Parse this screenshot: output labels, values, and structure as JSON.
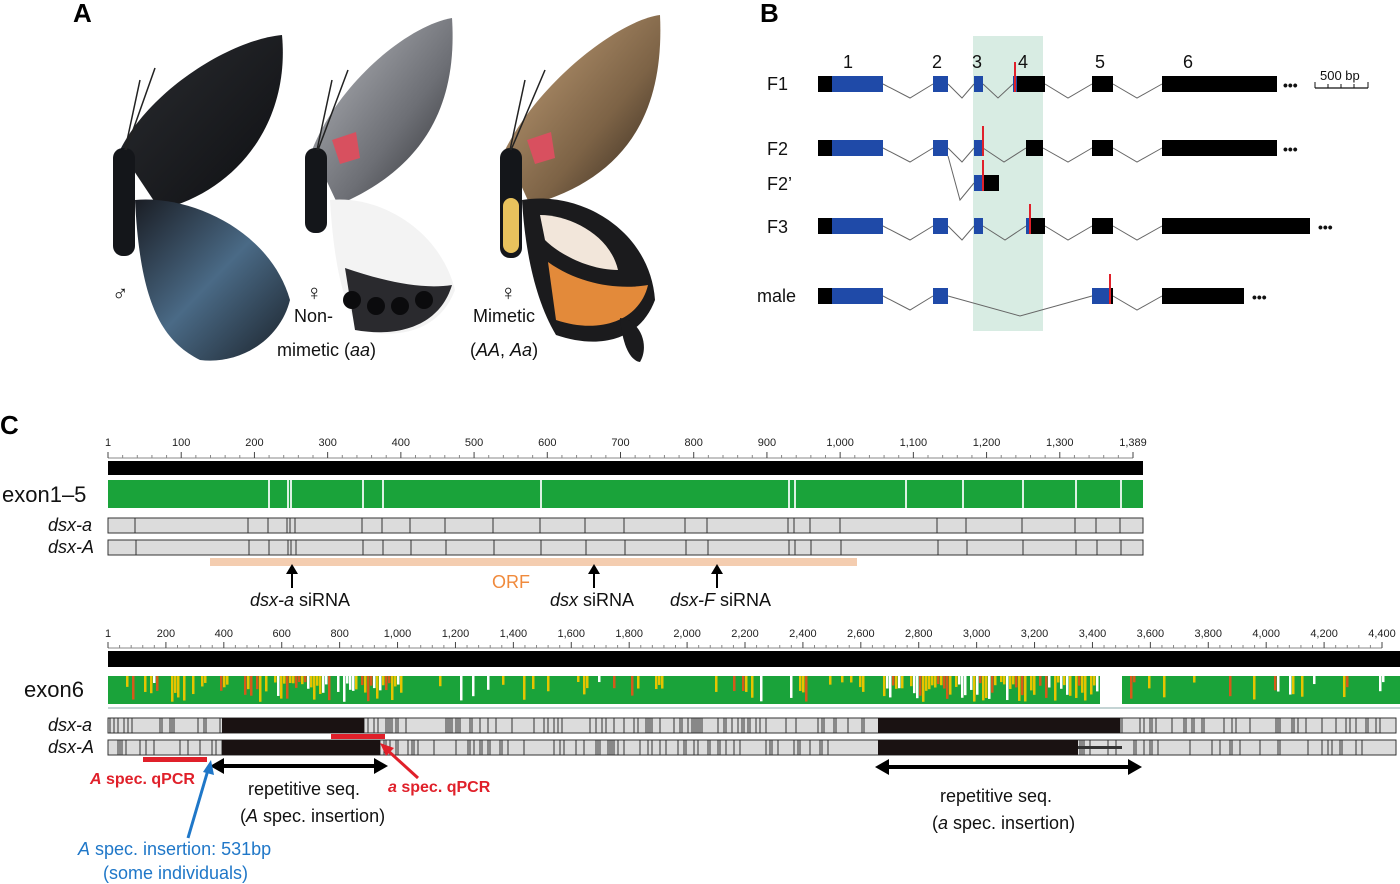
{
  "panels": {
    "a": "A",
    "b": "B",
    "c": "C"
  },
  "panel_a": {
    "male_symbol": "♂",
    "female_symbol": "♀",
    "nonmimetic_line1": "Non-",
    "nonmimetic_line2_prefix": "mimetic (",
    "nonmimetic_genotype": "aa",
    "close_paren": ")",
    "mimetic_line1": "Mimetic",
    "mimetic_open": "(",
    "mimetic_genotype_1": "AA",
    "mimetic_sep": ", ",
    "mimetic_genotype_2": "Aa"
  },
  "panel_b": {
    "exon_numbers": [
      "1",
      "2",
      "3",
      "4",
      "5",
      "6"
    ],
    "isoforms": [
      "F1",
      "F2",
      "F2’",
      "F3",
      "male"
    ],
    "ellipsis": "•••",
    "scale_label": "500 bp",
    "colors": {
      "coding": "#1f4aa8",
      "utr": "#000000",
      "stop": "#e0202a",
      "highlight": "#d8ece3"
    }
  },
  "panel_c": {
    "top": {
      "ticks": [
        "1",
        "100",
        "200",
        "300",
        "400",
        "500",
        "600",
        "700",
        "800",
        "900",
        "1,000",
        "1,100",
        "1,200",
        "1,300",
        "1,389"
      ],
      "region_label": "exon1–5",
      "seq_a": "dsx-a",
      "seq_A": "dsx-A",
      "orf_label": "ORF",
      "sirna_1_gene": "dsx-a",
      "sirna_2_gene": "dsx",
      "sirna_3_gene": "dsx-F",
      "sirna_word": " siRNA"
    },
    "bottom": {
      "ticks": [
        "1",
        "200",
        "400",
        "600",
        "800",
        "1,000",
        "1,200",
        "1,400",
        "1,600",
        "1,800",
        "2,000",
        "2,200",
        "2,400",
        "2,600",
        "2,800",
        "3,000",
        "3,200",
        "3,400",
        "3,600",
        "3,800",
        "4,000",
        "4,200",
        "4,400"
      ],
      "region_label": "exon6",
      "seq_a": "dsx-a",
      "seq_A": "dsx-A",
      "A_qpcr_letter": "A",
      "A_qpcr_rest": " spec. qPCR",
      "a_qpcr_letter": "a",
      "a_qpcr_rest": " spec. qPCR",
      "rep1_line1": "repetitive seq.",
      "rep1_line2_open": "(",
      "rep1_letter": "A",
      "rep1_line2_rest": " spec. insertion)",
      "rep2_line1": "repetitive seq.",
      "rep2_line2_open": "(",
      "rep2_letter": "a",
      "rep2_line2_rest": " spec. insertion)",
      "ins_letter": "A",
      "ins_rest": " spec. insertion: 531bp",
      "ins_line2": "(some individuals)"
    },
    "colors": {
      "identity": "#1aa33a",
      "orf": "#f4cdb0",
      "qpcr": "#e0202a",
      "insertion_note": "#1f77c8",
      "orf_text": "#f08a3c"
    }
  }
}
